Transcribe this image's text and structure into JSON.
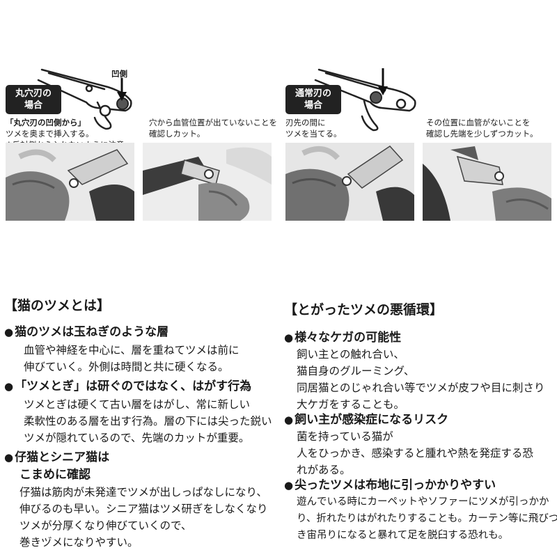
{
  "diagram": {
    "left": {
      "badge": [
        "丸穴刃の",
        "場合"
      ],
      "arrow_label": "凹側",
      "step1": {
        "lines": [
          "「丸穴刃の凹側から」",
          "ツメを奥まで挿入する。",
          "※反対側から入れないように注意。"
        ]
      },
      "step2": {
        "lines": [
          "穴から血管位置が出ていないことを",
          "確認しカット。"
        ]
      }
    },
    "right": {
      "badge": [
        "通常刃の",
        "場合"
      ],
      "step1": {
        "lines": [
          "刃先の間に",
          "ツメを当てる。"
        ]
      },
      "step2": {
        "lines": [
          "その位置に血管がないことを",
          "確認し先端を少しずつカット。"
        ]
      }
    }
  },
  "left_section": {
    "title": "【猫のツメとは】",
    "items": [
      {
        "head": [
          "猫のツメは玉ねぎのような層"
        ],
        "body": [
          "血管や神経を中心に、層を重ねてツメは前に",
          "伸びていく。外側は時間と共に硬くなる。"
        ]
      },
      {
        "head": [
          "「ツメとぎ」は研ぐのではなく、はがす行為"
        ],
        "body": [
          "ツメとぎは硬くて古い層をはがし、常に新しい",
          "柔軟性のある層を出す行為。層の下には尖った鋭い",
          "ツメが隠れているので、先端のカットが重要。"
        ]
      },
      {
        "head": [
          "仔猫とシニア猫は",
          "こまめに確認"
        ],
        "body": [
          "仔猫は筋肉が未発達でツメが出しっぱなしになり、",
          "伸びるのも早い。シニア猫はツメ研ぎをしなくなり",
          "ツメが分厚くなり伸びていくので、",
          "巻きヅメになりやすい。"
        ]
      }
    ]
  },
  "right_section": {
    "title": "【とがったツメの悪循環】",
    "items": [
      {
        "head": [
          "様々なケガの可能性"
        ],
        "body": [
          "飼い主との触れ合い、",
          "猫自身のグルーミング、",
          "同居猫とのじゃれ合い等でツメが皮フや目に刺さり",
          "大ケガをすることも。"
        ]
      },
      {
        "head": [
          "飼い主が感染症になるリスク"
        ],
        "body": [
          "菌を持っている猫が",
          "人をひっかき、感染すると腫れや熱を発症する恐",
          "れがある。"
        ]
      },
      {
        "head": [
          "尖ったツメは布地に引っかかりやすい"
        ],
        "body": [
          "遊んでいる時にカーペットやソファーにツメが引っかか",
          "り、折れたりはがれたりすることも。カーテン等に飛びつ",
          "き宙吊りになると暴れて足を脱臼する恐れも。"
        ]
      }
    ]
  }
}
